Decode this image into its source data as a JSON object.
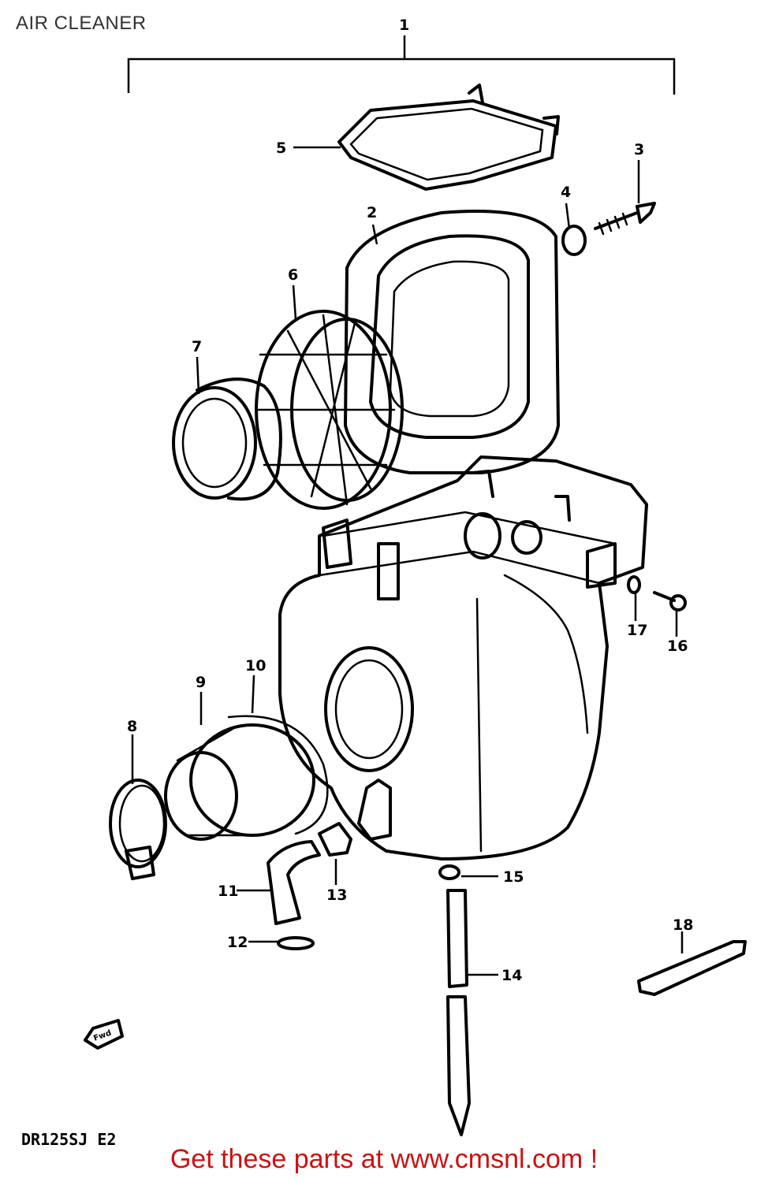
{
  "title": "AIR CLEANER",
  "model_code": "DR125SJ E2",
  "footer_link": "Get these parts at www.cmsnl.com !",
  "colors": {
    "link": "#cc1111",
    "line": "#000000",
    "title": "#333333"
  },
  "callouts": [
    "1",
    "2",
    "3",
    "4",
    "5",
    "6",
    "7",
    "8",
    "9",
    "10",
    "11",
    "12",
    "13",
    "14",
    "15",
    "16",
    "17",
    "18"
  ],
  "icons": {
    "direction": "fwd-arrow-icon"
  }
}
